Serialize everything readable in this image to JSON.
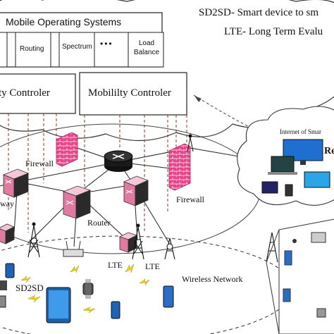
{
  "legend": {
    "sd2sd": "SD2SD- Smart device to sm",
    "lte": "LTE- Long Term Evalu"
  },
  "os": {
    "title": "Mobile Operating Systems",
    "modules": [
      "Routing",
      "Spectrum",
      "•••",
      "Load Balance"
    ],
    "controllers": [
      "ty Controler",
      "Mobililty Controler"
    ]
  },
  "network": {
    "firewall_left": "Firewall",
    "firewall_right": "Firewall",
    "gateway": "way",
    "router": "Router",
    "lte_left": "LTE",
    "lte_right": "LTE",
    "sd2sd": "SD2SD",
    "wireless": "Wireless Network"
  },
  "iot": {
    "title": "Internet of Smar",
    "label": "Re"
  }
}
